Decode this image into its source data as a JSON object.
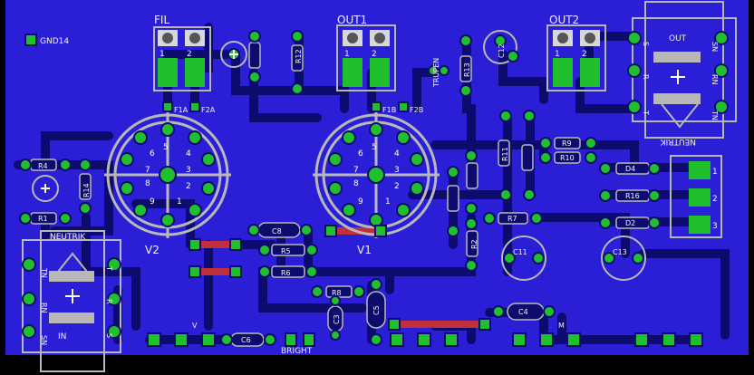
{
  "labels": {
    "gnd": "GND14",
    "fil": "FIL",
    "out1": "OUT1",
    "out2": "OUT2",
    "out": "OUT",
    "neutrik_top": "NEUTRIK",
    "neutrik_left": "NEUTRIK",
    "in": "IN",
    "v1": "V1",
    "v2": "V2",
    "f1a": "F1A",
    "f2a": "F2A",
    "f1b": "F1B",
    "f2b": "F2B",
    "r12": "R12",
    "r13": "R13",
    "c12": "C12",
    "c8": "C8",
    "r5": "R5",
    "r6": "R6",
    "r8": "R8",
    "r14": "R14",
    "r4": "R4",
    "r7": "R7",
    "c11": "C11",
    "c13": "C13",
    "r9": "R9",
    "r10": "R10",
    "r11": "R11",
    "r16": "R16",
    "d4": "D4",
    "d2": "D2",
    "c4": "C4",
    "c6": "C6",
    "c5": "C5",
    "r1": "R1",
    "r2": "R2",
    "c3": "C3",
    "bright": "BRIGHT",
    "trupen": "TRUPEN",
    "tn": "TN",
    "rn": "RN",
    "sn": "SN",
    "t": "T",
    "r": "R",
    "s": "S",
    "m": "M",
    "v": "V",
    "one": "1",
    "two": "2",
    "three": "3"
  },
  "colors": {
    "board": "#2a1fd6",
    "copper_bottom": "#0d0c6e",
    "pad": "#1fbf2e",
    "link": "#c0303a",
    "silk": "#ffffff",
    "outline": "#b8b8b8"
  }
}
